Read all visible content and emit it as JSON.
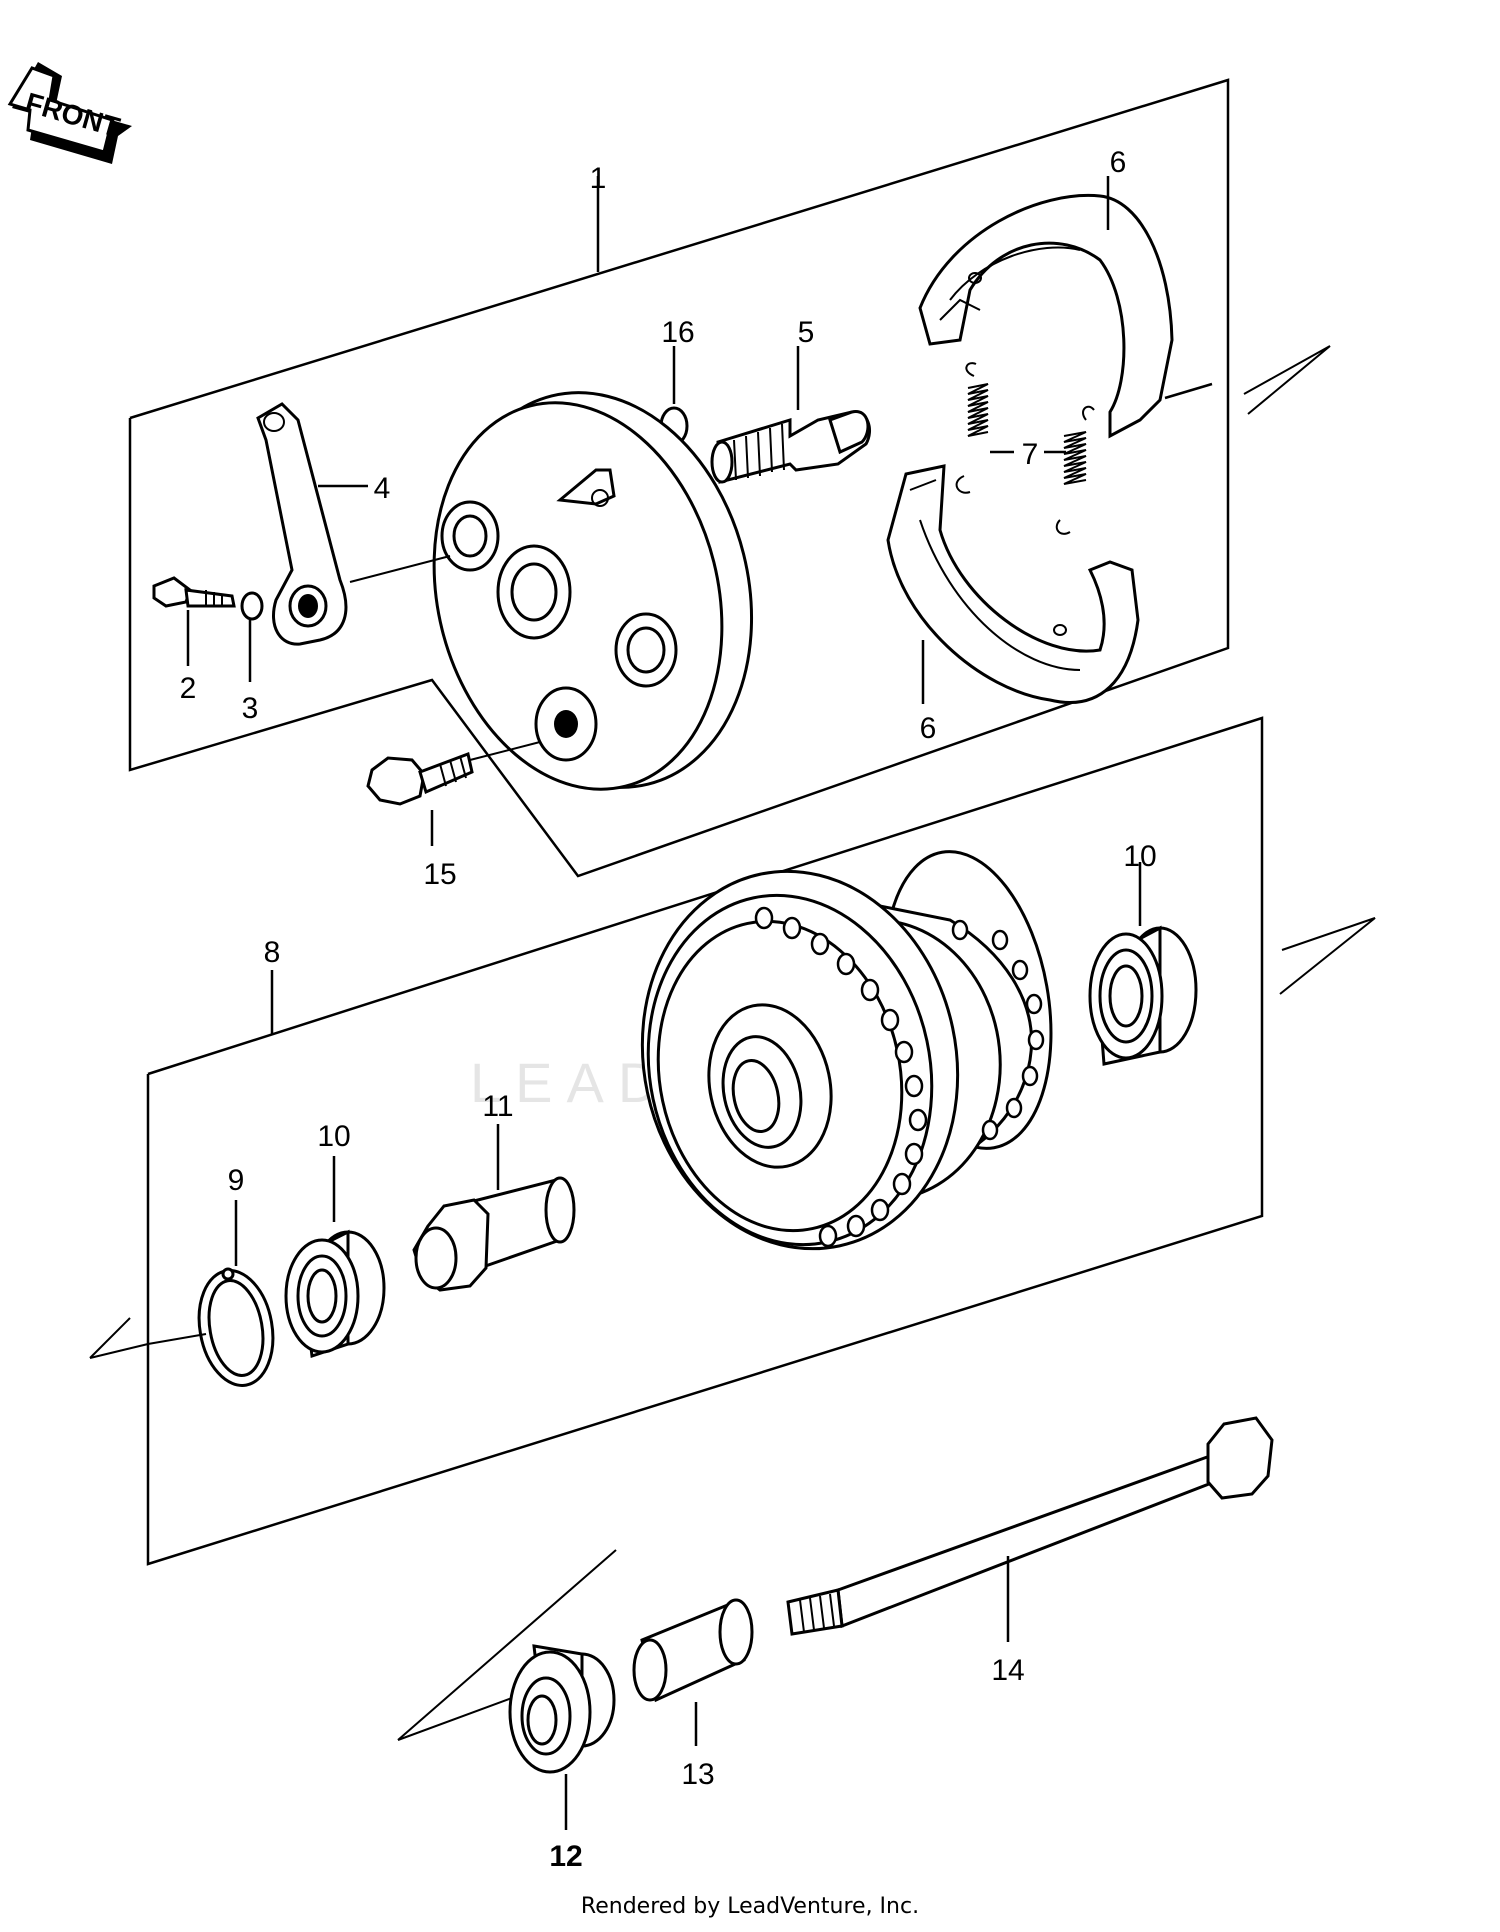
{
  "front_arrow": {
    "label": "FRONT"
  },
  "watermark": {
    "text": "LEADVENTURE"
  },
  "callouts": {
    "c1": "1",
    "c2": "2",
    "c3": "3",
    "c4": "4",
    "c5": "5",
    "c6a": "6",
    "c6b": "6",
    "c7": "7",
    "c8": "8",
    "c9": "9",
    "c10a": "10",
    "c10b": "10",
    "c11": "11",
    "c12": "12",
    "c13": "13",
    "c14": "14",
    "c15": "15",
    "c16": "16"
  },
  "footer": {
    "credit": "Rendered by LeadVenture, Inc."
  }
}
